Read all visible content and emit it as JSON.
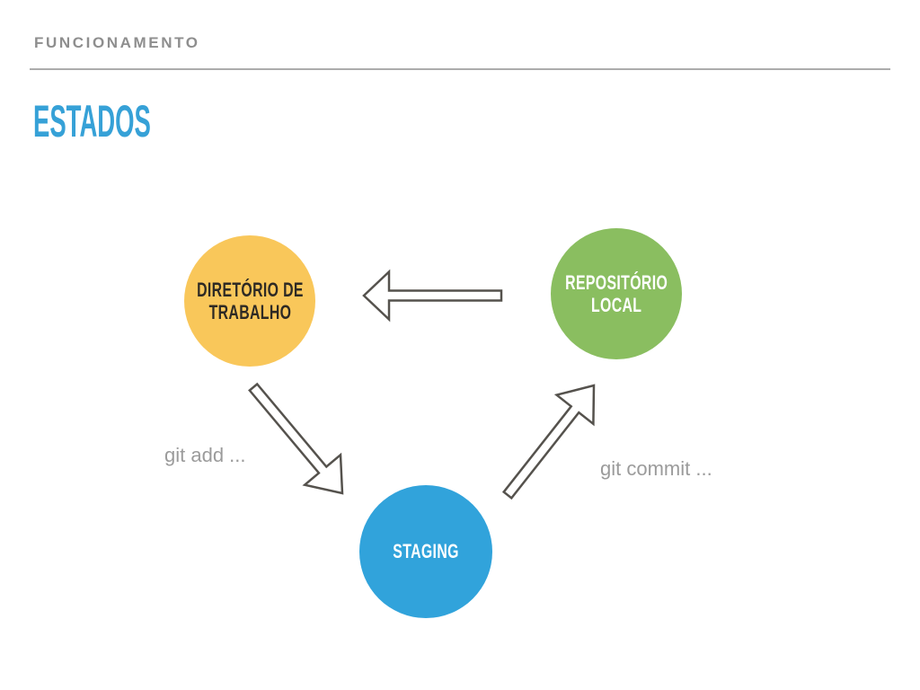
{
  "slide": {
    "section_label": "FUNCIONAMENTO",
    "title": "ESTADOS"
  },
  "diagram": {
    "nodes": [
      {
        "id": "diretorio-de-trabalho",
        "label_lines": [
          "DIRETÓRIO DE",
          "TRABALHO"
        ],
        "fill": "#f9c75a",
        "text_color": "#2e2a24"
      },
      {
        "id": "repositorio-local",
        "label_lines": [
          "REPOSITÓRIO",
          "LOCAL"
        ],
        "fill": "#8abe60",
        "text_color": "#ffffff"
      },
      {
        "id": "staging",
        "label_lines": [
          "STAGING"
        ],
        "fill": "#31a3db",
        "text_color": "#ffffff"
      }
    ],
    "edges": [
      {
        "from": "repositorio-local",
        "to": "diretorio-de-trabalho",
        "label": ""
      },
      {
        "from": "diretorio-de-trabalho",
        "to": "staging",
        "label": "git add ..."
      },
      {
        "from": "staging",
        "to": "repositorio-local",
        "label": "git commit ..."
      }
    ]
  },
  "colors": {
    "title": "#36a1d7",
    "section_label": "#8e8e8e",
    "divider": "#acacac",
    "edge_label": "#9b9b9b",
    "arrow_stroke": "#55524d",
    "arrow_fill": "#ffffff"
  }
}
